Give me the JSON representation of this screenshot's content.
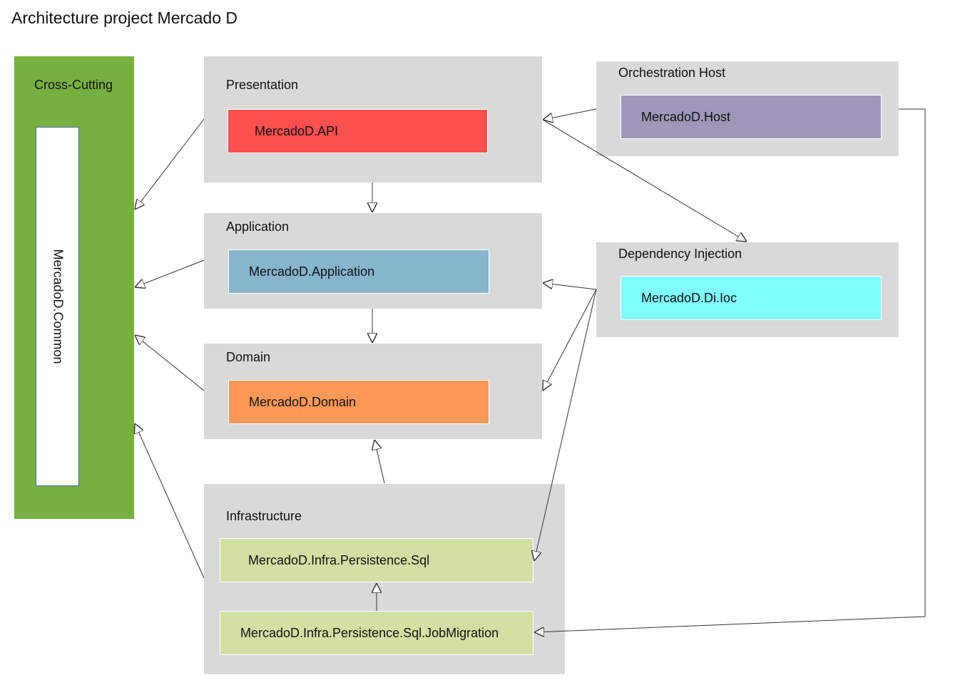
{
  "title": "Architecture project Mercado D",
  "cross_cutting": {
    "label": "Cross-Cutting",
    "project": "MercadoD.Common",
    "color": "#76b041"
  },
  "layers": {
    "presentation": {
      "label": "Presentation",
      "project": "MercadoD.API",
      "color": "#ff5050"
    },
    "application": {
      "label": "Application",
      "project": "MercadoD.Application",
      "color": "#87b5cd"
    },
    "domain": {
      "label": "Domain",
      "project": "MercadoD.Domain",
      "color": "#fd9957"
    },
    "infrastructure": {
      "label": "Infrastructure",
      "projects": [
        "MercadoD.Infra.Persistence.Sql",
        "MercadoD.Infra.Persistence.Sql.JobMigration"
      ],
      "color": "#d3e0a3"
    },
    "orchestration": {
      "label": "Orchestration Host",
      "project": "MercadoD.Host",
      "color": "#9e97ba"
    },
    "dependency_injection": {
      "label": "Dependency Injection",
      "project": "MercadoD.Di.Ioc",
      "color": "#7fffff"
    }
  },
  "layer_background": "#d9d9d9"
}
